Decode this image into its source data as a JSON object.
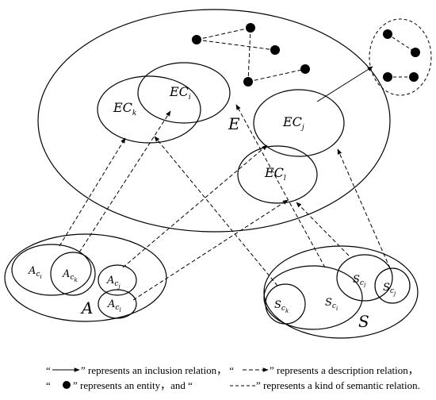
{
  "colors": {
    "stroke": "#000000",
    "background": "#ffffff"
  },
  "labels": {
    "E": "E",
    "A": "A",
    "S": "S",
    "EC": "EC",
    "A_sym": "A",
    "S_sym": "S",
    "c": "c",
    "sub_i": "i",
    "sub_k": "k",
    "sub_j": "j",
    "sub_l": "l"
  },
  "legend": {
    "line1_a": "“",
    "line1_b": "” represents an inclusion relation，  “",
    "line1_c": "” represents a description relation，",
    "line2_a": "“ ",
    "line2_b": " ” represents an  entity，and “",
    "line2_c": "” represents a kind of semantic relation."
  }
}
